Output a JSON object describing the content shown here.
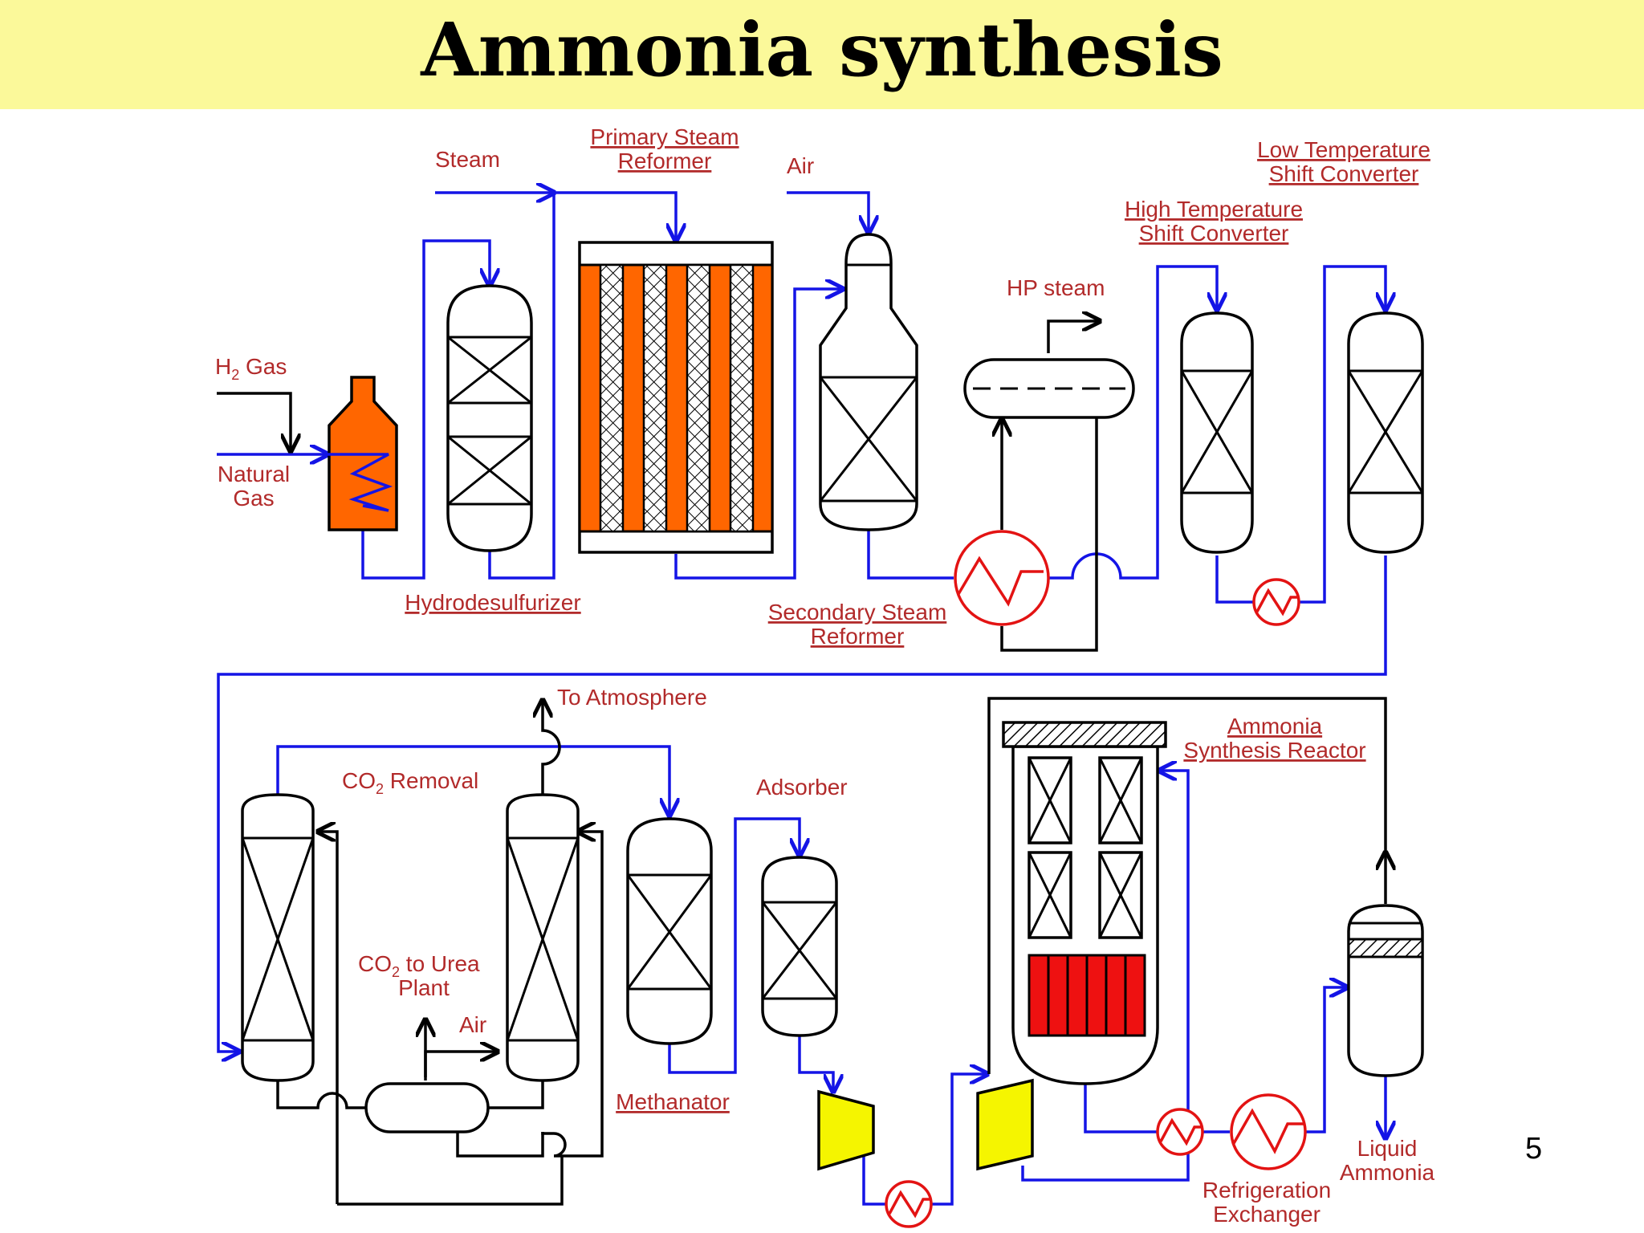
{
  "title": "Ammonia synthesis",
  "slide_number": "5",
  "labels": {
    "steam": "Steam",
    "primary_reformer_1": "Primary Steam",
    "primary_reformer_2": "Reformer",
    "air_top": "Air",
    "lts_1": "Low Temperature",
    "lts_2": "Shift Converter",
    "hts_1": "High Temperature",
    "hts_2": "Shift Converter",
    "hp_steam": "HP steam",
    "h2_gas_main": "H",
    "h2_gas_sub": "2",
    "h2_gas_rest": " Gas",
    "natural_gas_1": "Natural",
    "natural_gas_2": "Gas",
    "hydrodesulfurizer": "Hydrodesulfurizer",
    "secondary_reformer_1": "Secondary Steam",
    "secondary_reformer_2": "Reformer",
    "to_atmosphere": "To Atmosphere",
    "co2_removal_main": "CO",
    "co2_removal_sub": "2",
    "co2_removal_rest": " Removal",
    "co2_urea_main": "CO",
    "co2_urea_sub": "2",
    "co2_urea_rest": " to Urea",
    "co2_urea_2": "Plant",
    "air_bottom": "Air",
    "adsorber": "Adsorber",
    "methanator": "Methanator",
    "ammonia_reactor_1": "Ammonia",
    "ammonia_reactor_2": "Synthesis Reactor",
    "liquid_ammonia_1": "Liquid",
    "liquid_ammonia_2": "Ammonia",
    "refrigeration_1": "Refrigeration",
    "refrigeration_2": "Exchanger"
  },
  "colors": {
    "banner": "#fbf99a",
    "label_red": "#b22a2a",
    "process_blue": "#1414e6",
    "furnace_orange": "#ff6600",
    "heat_exchanger_red": "#e31313",
    "compressor_yellow": "#f5f500",
    "catalyst_red": "#ee1111"
  }
}
